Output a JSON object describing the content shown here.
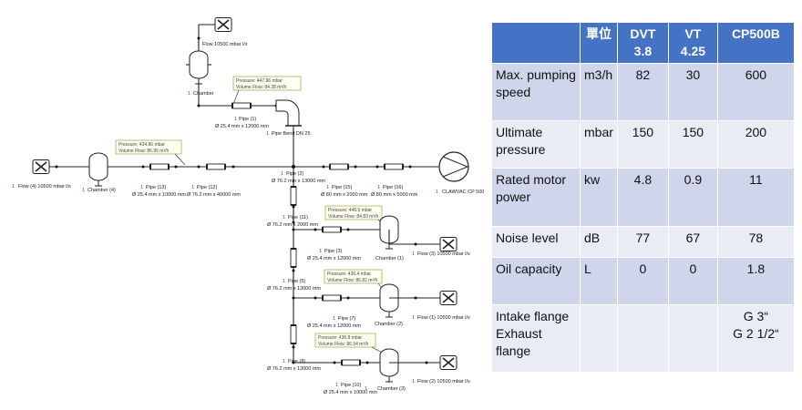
{
  "diagram": {
    "top_flow": {
      "num": "1",
      "label": "Flow 10500 mbar l/s"
    },
    "top_chamber": {
      "num": "1",
      "label": "Chamber"
    },
    "callout_top": {
      "line1": "Pressure: 447.96 mbar",
      "line2": "Volume Flow: 84.38 m³/h"
    },
    "pipe1": {
      "num": "1",
      "label": "Pipe (1)",
      "dim": "Ø 25.4 mm x 12000 mm"
    },
    "bend": {
      "num": "1",
      "label": "Pipe Bend DN 25"
    },
    "callout_left": {
      "line1": "Pressure: 434.86 mbar",
      "line2": "Volume Flow: 86.95 m³/h"
    },
    "flow4": {
      "num": "1",
      "label": "Flow (4) 10500 mbar l/s"
    },
    "chamber4": {
      "num": "1",
      "label": "Chamber (4)"
    },
    "pipe13": {
      "num": "1",
      "label": "Pipe (13)",
      "dim": "Ø 25.4 mm x 10000 mm"
    },
    "pipe12": {
      "num": "1",
      "label": "Pipe (12)",
      "dim": "Ø 76.2 mm x 40000 mm"
    },
    "pipe2": {
      "num": "1",
      "label": "Pipe (2)",
      "dim": "Ø 76.2 mm x 13000 mm"
    },
    "pipe15": {
      "num": "1",
      "label": "Pipe (15)",
      "dim": "Ø 80 mm x 2000 mm"
    },
    "pipe16": {
      "num": "1",
      "label": "Pipe (16)",
      "dim": "Ø 80 mm x 5000 mm"
    },
    "pump": {
      "num": "1",
      "label": "CLAWVAC CP 500"
    },
    "pipe11": {
      "num": "1",
      "label": "Pipe (11)",
      "dim": "Ø 76.2 mm x 2000 mm"
    },
    "callout_c1": {
      "line1": "Pressure: 446.5 mbar",
      "line2": "Volume Flow: 84.83 m³/h"
    },
    "pipe3": {
      "num": "1",
      "label": "Pipe (3)",
      "dim": "Ø 25.4 mm x 12000 mm"
    },
    "chamber1": {
      "num": "1",
      "label": "Chamber (1)"
    },
    "flow3": {
      "num": "1",
      "label": "Flow (3) 10500 mbar l/s"
    },
    "pipe5": {
      "num": "1",
      "label": "Pipe (5)",
      "dim": "Ø 76.2 mm x 13000 mm"
    },
    "callout_c2": {
      "line1": "Pressure: 436.4 mbar",
      "line2": "Volume Flow: 86.82 m³/h"
    },
    "pipe7": {
      "num": "1",
      "label": "Pipe (7)",
      "dim": "Ø 25.4 mm x 12000 mm"
    },
    "chamber2": {
      "num": "1",
      "label": "Chamber (2)"
    },
    "flow1": {
      "num": "1",
      "label": "Flow (1) 10500 mbar l/s"
    },
    "callout_c3": {
      "line1": "Pressure: 436.8 mbar",
      "line2": "Volume Flow: 86.54 m³/h"
    },
    "pipe8": {
      "num": "1",
      "label": "Pipe (8)",
      "dim": "Ø 76.2 mm x 13000 mm"
    },
    "pipe10": {
      "num": "1",
      "label": "Pipe (10)",
      "dim": "Ø 25.4 mm x 10000 mm"
    },
    "chamber3": {
      "num": "1",
      "label": "Chamber (3)"
    },
    "flow2": {
      "num": "1",
      "label": "Flow (2) 10500 mbar l/s"
    }
  },
  "table": {
    "headers": [
      "",
      "單位",
      "DVT 3.8",
      "VT 4.25",
      "CP500B"
    ],
    "rows": [
      {
        "name": "Max. pumping speed",
        "unit": "m3/h",
        "dvt": "82",
        "vt": "30",
        "cp": "600"
      },
      {
        "name": "Ultimate pressure",
        "unit": "mbar",
        "dvt": "150",
        "vt": "150",
        "cp": "200"
      },
      {
        "name": "Rated motor power",
        "unit": "kw",
        "dvt": "4.8",
        "vt": "0.9",
        "cp": "11"
      },
      {
        "name": "Noise level",
        "unit": "dB",
        "dvt": "77",
        "vt": "67",
        "cp": "78"
      },
      {
        "name": "Oil capacity",
        "unit": "L",
        "dvt": "0",
        "vt": "0",
        "cp": "1.8"
      },
      {
        "name1": "Intake flange",
        "name2": "Exhaust flange",
        "unit": "",
        "dvt": "",
        "vt": "",
        "cp1": "G 3“",
        "cp2": "G 2 1/2“"
      }
    ]
  }
}
